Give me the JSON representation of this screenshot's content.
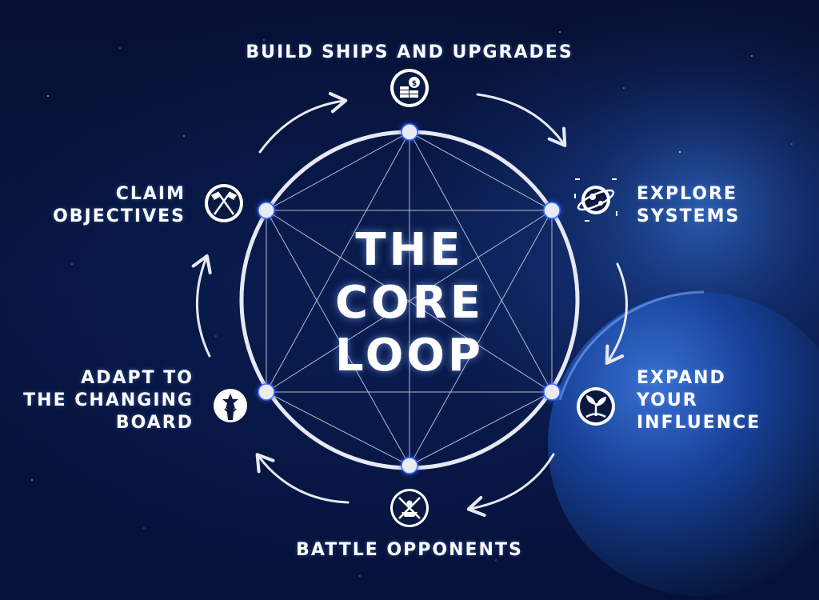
{
  "title": {
    "line1": "THE",
    "line2": "CORE",
    "line3": "LOOP"
  },
  "steps": {
    "build": {
      "label": "BUILD SHIPS AND UPGRADES",
      "icon": "coins-icon"
    },
    "explore": {
      "line1": "EXPLORE",
      "line2": "SYSTEMS",
      "icon": "planet-icon"
    },
    "expand": {
      "line1": "EXPAND",
      "line2": "YOUR",
      "line3": "INFLUENCE",
      "icon": "sprout-icon"
    },
    "battle": {
      "label": "BATTLE OPPONENTS",
      "icon": "crossed-swords-icon"
    },
    "adapt": {
      "line1": "ADAPT TO",
      "line2": "THE CHANGING",
      "line3": "BOARD",
      "icon": "faction-emblem-icon"
    },
    "claim": {
      "line1": "CLAIM",
      "line2": "OBJECTIVES",
      "icon": "crossed-flags-icon"
    }
  },
  "colors": {
    "background": "#061033",
    "ring": "#e6e9f2",
    "node": "#e8ebf3",
    "node_glow": "#3c6cff",
    "text": "#ffffff",
    "planet": "#123a8a"
  }
}
